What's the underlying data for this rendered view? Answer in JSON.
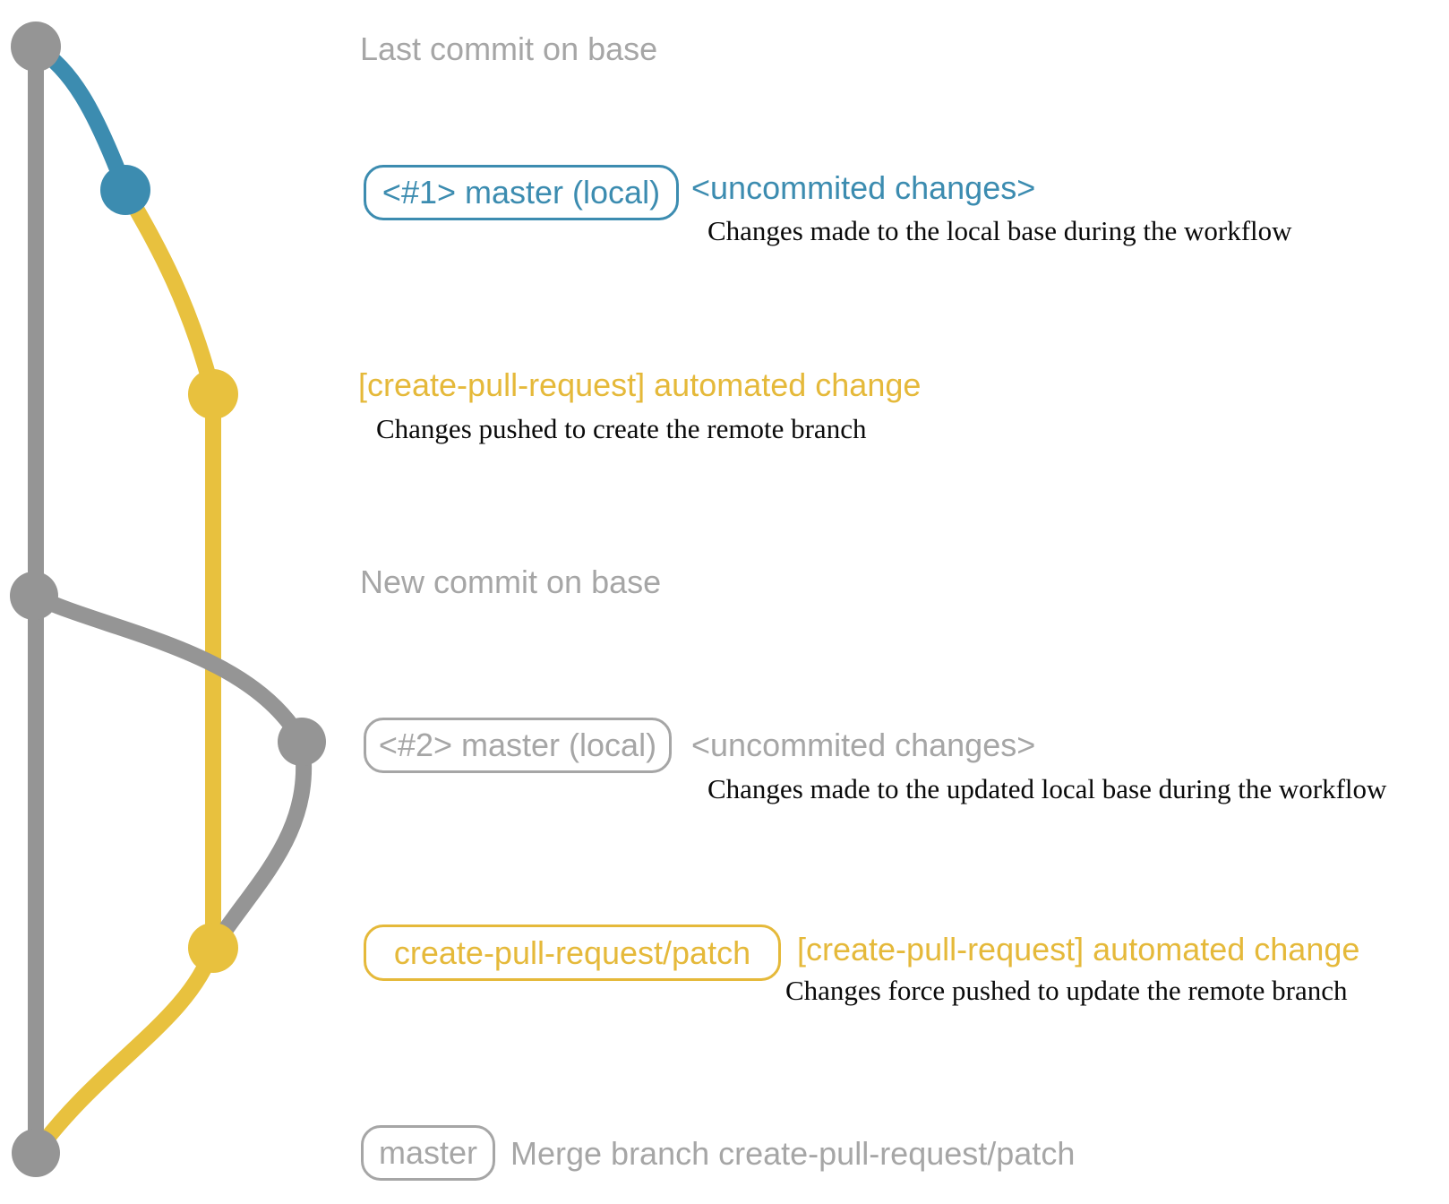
{
  "diagram_title": "create-pull-request workflow git graph",
  "colors": {
    "base_branch_gray": "#959595",
    "label_gray": "#a6a6a6",
    "local_branch_blue": "#3c8cb0",
    "patch_branch_yellow": "#e8c13e",
    "yellow_text": "#e5b93a",
    "note_black": "#0a0a0a"
  },
  "graph": {
    "branches": [
      {
        "name": "base (master)",
        "color_key": "base_branch_gray"
      },
      {
        "name": "master (local)",
        "color_key": "local_branch_blue"
      },
      {
        "name": "create-pull-request/patch",
        "color_key": "patch_branch_yellow"
      }
    ],
    "commits": [
      {
        "id": "last-commit-on-base",
        "branch": "base (master)"
      },
      {
        "id": "local-uncommitted-1",
        "branch": "master (local)"
      },
      {
        "id": "patch-commit-1",
        "branch": "create-pull-request/patch"
      },
      {
        "id": "new-commit-on-base",
        "branch": "base (master)"
      },
      {
        "id": "local-uncommitted-2",
        "branch": "master (local)"
      },
      {
        "id": "patch-commit-2",
        "branch": "create-pull-request/patch"
      },
      {
        "id": "merge-commit",
        "branch": "base (master)"
      }
    ]
  },
  "annotations": {
    "row1": {
      "label": "Last commit on base"
    },
    "row2": {
      "badge": "<#1> master (local)",
      "tag": "<uncommited changes>",
      "desc": "Changes made to the local base during the workflow"
    },
    "row3": {
      "title": "[create-pull-request] automated change",
      "desc": "Changes pushed to create the remote branch"
    },
    "row4": {
      "label": "New commit on base"
    },
    "row5": {
      "badge": "<#2> master (local)",
      "tag": "<uncommited changes>",
      "desc": "Changes made to the updated local base during the workflow"
    },
    "row6": {
      "badge": "create-pull-request/patch",
      "title": "[create-pull-request] automated change",
      "desc": "Changes force pushed to update the remote branch"
    },
    "row7": {
      "badge": "master",
      "label": "Merge branch create-pull-request/patch"
    }
  }
}
